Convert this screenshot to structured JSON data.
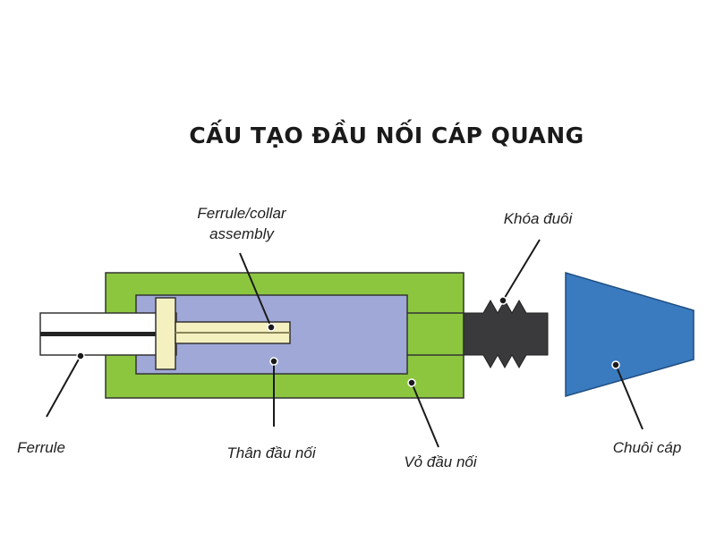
{
  "title": "CẤU TẠO ĐẦU NỐI CÁP QUANG",
  "labels": {
    "ferrule_collar_line1": "Ferrule/collar",
    "ferrule_collar_line2": "assembly",
    "khoa_duoi": "Khóa đuôi",
    "ferrule": "Ferrule",
    "than_dau_noi": "Thân đầu nối",
    "vo_dau_noi": "Vỏ đầu nối",
    "chuoi_cap": "Chuôi cáp"
  },
  "colors": {
    "housing": "#8cc63f",
    "body": "#9fa8d6",
    "collar": "#f5f0c0",
    "boot": "#3a3a3c",
    "strain_relief": "#3a7abf",
    "ferrule_tube": "#ffffff",
    "fiber": "#222222"
  }
}
